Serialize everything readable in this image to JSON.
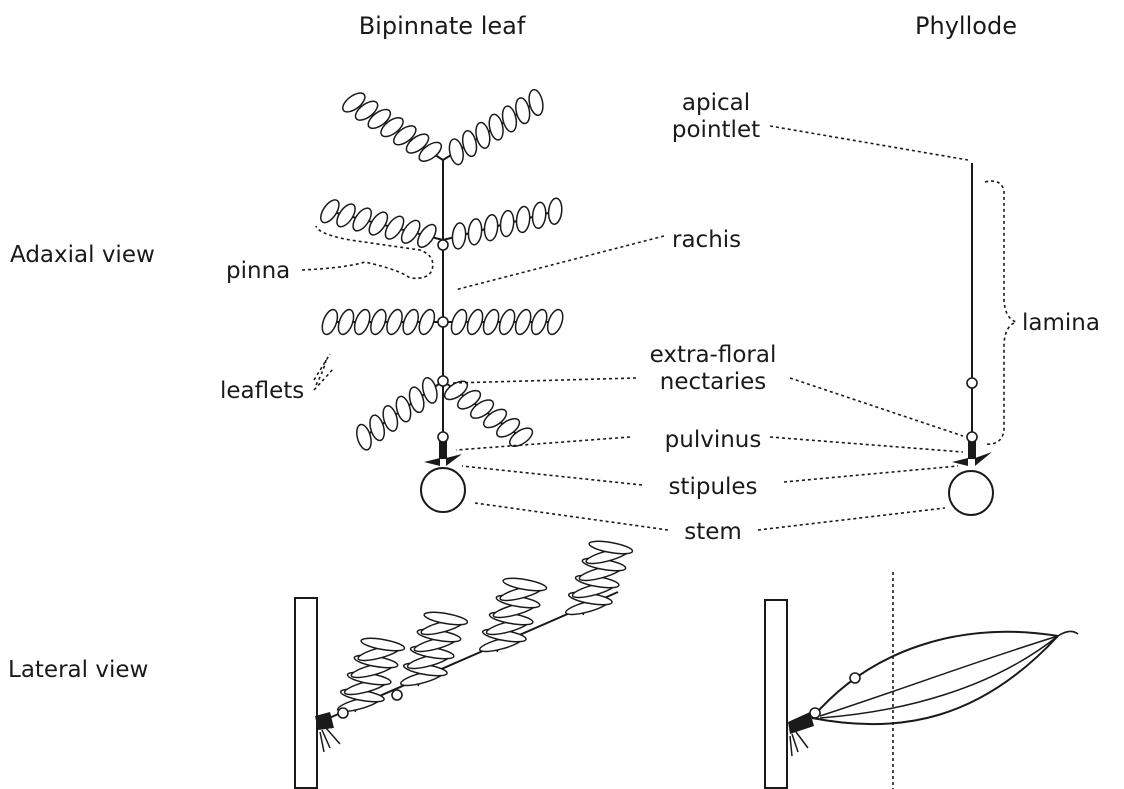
{
  "headers": {
    "bipinnate": "Bipinnate leaf",
    "phyllode": "Phyllode"
  },
  "row_labels": {
    "adaxial": "Adaxial view",
    "lateral": "Lateral view"
  },
  "labels": {
    "apical_line1": "apical",
    "apical_line2": "pointlet",
    "rachis": "rachis",
    "pinna": "pinna",
    "lamina": "lamina",
    "extra_line1": "extra-floral",
    "extra_line2": "nectaries",
    "leaflets": "leaflets",
    "pulvinus": "pulvinus",
    "stipules": "stipules",
    "stem": "stem"
  }
}
